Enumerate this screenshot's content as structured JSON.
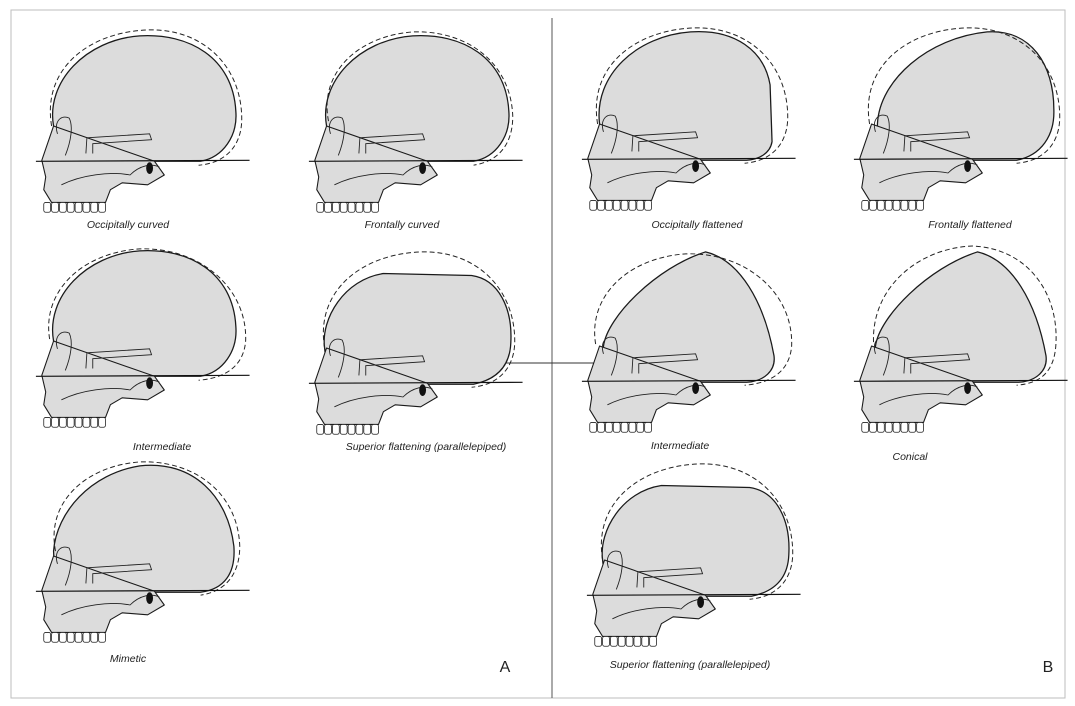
{
  "panels": [
    {
      "letter": "A",
      "items": [
        {
          "caption": "Occipitally curved"
        },
        {
          "caption": "Frontally curved"
        },
        {
          "caption": "Intermediate"
        },
        {
          "caption": "Superior flattening (parallelepiped)"
        },
        {
          "caption": "Mimetic"
        }
      ]
    },
    {
      "letter": "B",
      "items": [
        {
          "caption": "Occipitally flattened"
        },
        {
          "caption": "Frontally flattened"
        },
        {
          "caption": "Intermediate"
        },
        {
          "caption": "Conical"
        },
        {
          "caption": "Superior flattening (parallelepiped)"
        }
      ]
    }
  ],
  "colors": {
    "skull_fill": "#dcdcdc",
    "outline": "#1a1a1a",
    "frame": "#bdbdbd"
  }
}
